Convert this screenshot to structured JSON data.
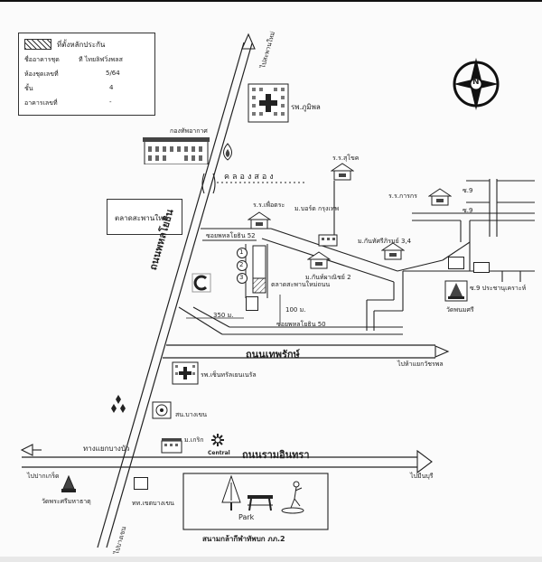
{
  "legend": {
    "title": "ที่ตั้งหลักประกัน",
    "rows": [
      {
        "label": "ชื่ออาคารชุด",
        "value": "ที ไทยลิฟวิ่งพลส"
      },
      {
        "label": "ห้องชุดเลขที่",
        "value": "5/64"
      },
      {
        "label": "ชั้น",
        "value": "4"
      },
      {
        "label": "อาคารเลขที่",
        "value": "-"
      }
    ]
  },
  "compass": {
    "north_label": "N"
  },
  "roads": {
    "phaholyothin": "ถนนพหลโยธิน",
    "thepharak": "ถนนเทพรักษ์",
    "ramintra": "ถนนรามอินทรา",
    "soi_52": "ซอยพหลโยธิน 52",
    "soi_50": "ซอยพหลโยธิน 50",
    "soi_9": "ซ.9",
    "soi_prachanukulkrao": "ซ.9 ประชานุเคราะห์"
  },
  "directions": {
    "to_saphan_mai": "ไปสะพานใหม่",
    "to_pak_kret": "ไปปากเกร็ด",
    "to_min_buri": "ไปมีนบุรี",
    "to_samut_prakan": "ไปห้าแยกวัชรพล",
    "to_bang_khen": "ไปบางเขน"
  },
  "places": {
    "bhumibol_hospital": "รพ.ภูมิพล",
    "air_force_hq": "กองทัพอากาศ",
    "khlong_song": "คลองสอง",
    "new_market": "ตลาดสะพานใหม่",
    "soi52_school": "ร.ร.เพื่อตระ",
    "bangkok_village": "ม.บอร์ด กรุงเทพ",
    "village_2": "ม.กันท์ผาณิชย์ 2",
    "village_34": "ม.กันทัศรีภิรมย์ 3,4",
    "school_a": "ร.ร.สุโขค",
    "school_b": "ร.ร.การกร",
    "market_road": "ตลาดสะพานใหม่ถนน",
    "dist_350": "350 ม.",
    "dist_100": "100 ม.",
    "temple": "วัดพระศรีมหาธาตุ",
    "central_hosp": "รพ.เซ็นทรัลเยนเนรัล",
    "snbc": "สน.บางเขน",
    "central_mall": "Central",
    "macro": "ม.เกริก",
    "bang_khen_intersection": "ทางแยกบางบัว",
    "mega_school": "ทท.เขตบางเขน",
    "park": "Park",
    "stadium": "สนามกล้ากีฬาทัพบก ภภ.2",
    "wat_right": "วัดพนมศรี",
    "circle_1": "1",
    "circle_2": "2",
    "circle_3": "3"
  }
}
